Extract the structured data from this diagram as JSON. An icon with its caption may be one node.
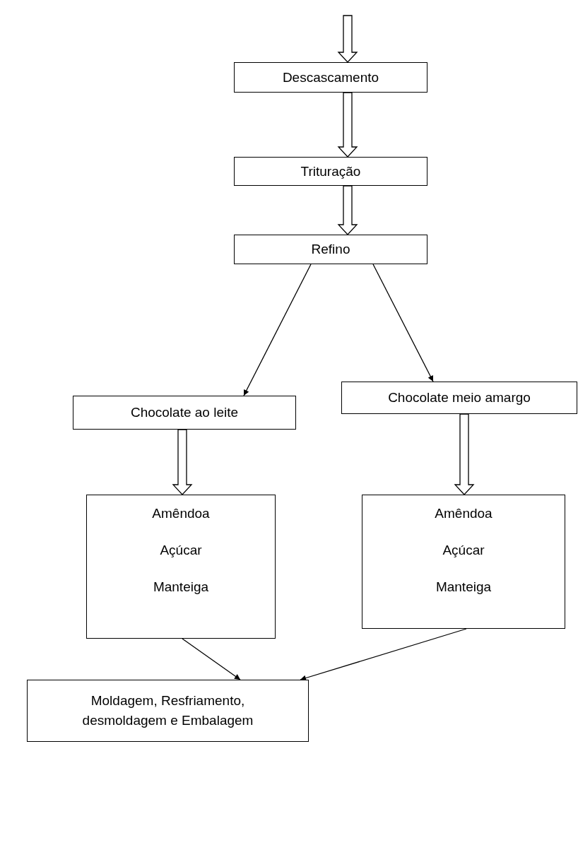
{
  "diagram": {
    "nodes": [
      {
        "text": [
          "Descascamento"
        ]
      },
      {
        "text": [
          "Trituração"
        ]
      },
      {
        "text": [
          "Refino"
        ]
      },
      {
        "text": [
          "Chocolate ao leite"
        ]
      },
      {
        "text": [
          "Chocolate meio amargo"
        ]
      },
      {
        "text": [
          "Amêndoa",
          "Açúcar",
          "Manteiga"
        ]
      },
      {
        "text": [
          "Amêndoa",
          "Açúcar",
          "Manteiga"
        ]
      },
      {
        "text": [
          "Moldagem, Resfriamento, desmoldagem e Embalagem"
        ]
      }
    ],
    "edges": [
      {
        "from": null,
        "to": 0,
        "arrow": "to"
      },
      {
        "from": 0,
        "to": 1,
        "arrow": "to"
      },
      {
        "from": 1,
        "to": 2,
        "arrow": "to"
      },
      {
        "from": 2,
        "to": 3,
        "arrow": "to"
      },
      {
        "from": 2,
        "to": 4,
        "arrow": "to"
      },
      {
        "from": 3,
        "to": 5,
        "arrow": "to"
      },
      {
        "from": 4,
        "to": 6,
        "arrow": "to"
      },
      {
        "from": 5,
        "to": 7,
        "arrow": "to"
      },
      {
        "from": 6,
        "to": 7,
        "arrow": "to"
      }
    ]
  }
}
